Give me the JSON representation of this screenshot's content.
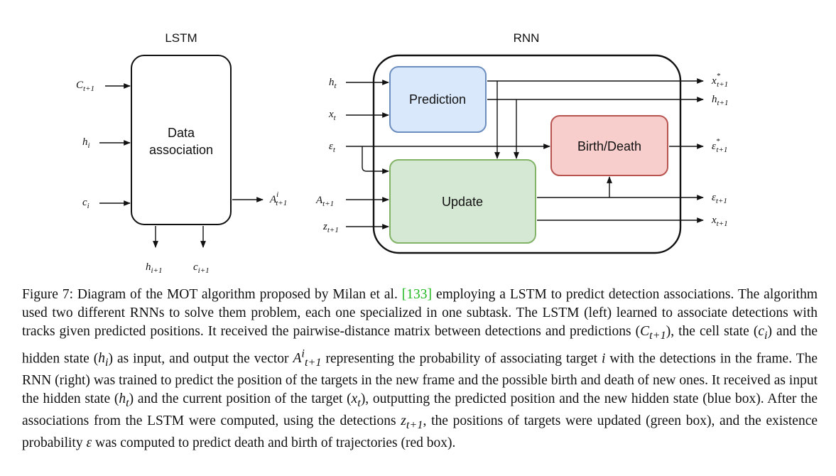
{
  "lstm": {
    "title": "LSTM",
    "box_label_line1": "Data",
    "box_label_line2": "association",
    "inputs": [
      {
        "base": "C",
        "sub": "t+1",
        "sup": ""
      },
      {
        "base": "h",
        "sub": "i",
        "sup": ""
      },
      {
        "base": "c",
        "sub": "i",
        "sup": ""
      }
    ],
    "output": {
      "base": "A",
      "sub": "t+1",
      "sup": "i"
    },
    "bottom_outputs": [
      {
        "base": "h",
        "sub": "i+1",
        "sup": ""
      },
      {
        "base": "c",
        "sub": "i+1",
        "sup": ""
      }
    ]
  },
  "rnn": {
    "title": "RNN",
    "prediction_label": "Prediction",
    "update_label": "Update",
    "birth_death_label": "Birth/Death",
    "inputs": [
      {
        "base": "h",
        "sub": "t",
        "sup": ""
      },
      {
        "base": "x",
        "sub": "t",
        "sup": ""
      },
      {
        "base": "ε",
        "sub": "t",
        "sup": ""
      },
      {
        "base": "A",
        "sub": "t+1",
        "sup": ""
      },
      {
        "base": "z",
        "sub": "t+1",
        "sup": ""
      }
    ],
    "outputs": [
      {
        "base": "x",
        "sub": "t+1",
        "sup": "*"
      },
      {
        "base": "h",
        "sub": "t+1",
        "sup": ""
      },
      {
        "base": "ε",
        "sub": "t+1",
        "sup": "*"
      },
      {
        "base": "ε",
        "sub": "t+1",
        "sup": ""
      },
      {
        "base": "x",
        "sub": "t+1",
        "sup": ""
      }
    ],
    "colors": {
      "prediction_fill": "#dae8fc",
      "prediction_stroke": "#6c8ebf",
      "update_fill": "#d5e8d4",
      "update_stroke": "#82b366",
      "birth_fill": "#f8cecc",
      "birth_stroke": "#b85450"
    }
  },
  "caption": {
    "figure_label": "Figure 7:",
    "part1": "Diagram of the MOT algorithm proposed by Milan et al.",
    "ref_number": "[133]",
    "part2": "employing a LSTM to predict detection associations. The algorithm used two different RNNs to solve them problem, each one specialized in one subtask. The LSTM (left) learned to associate detections with tracks given predicted positions. It received the pairwise-distance matrix between detections and predictions (",
    "sym_C": "C",
    "sym_C_sub": "t+1",
    "part3": "), the cell state (",
    "sym_c": "c",
    "sym_c_sub": "i",
    "part4": ") and the hidden state (",
    "sym_h": "h",
    "sym_h_sub": "i",
    "part5": ") as input, and output the vector",
    "sym_A": "A",
    "sym_A_sup": "i",
    "sym_A_sub": "t+1",
    "part6": "representing the probability of associating target",
    "sym_i": "i",
    "part7": "with the detections in the frame. The RNN (right) was trained to predict the position of the targets in the new frame and the possible birth and death of new ones. It received as input the hidden state (",
    "sym_ht": "h",
    "sym_ht_sub": "t",
    "part8": ") and the current position of the target (",
    "sym_xt": "x",
    "sym_xt_sub": "t",
    "part9": "), outputting the predicted position and the new hidden state (blue box). After the associations from the LSTM were computed, using the detections",
    "sym_z": "z",
    "sym_z_sub": "t+1",
    "part10": ", the positions of targets were updated (green box), and the existence probability",
    "sym_eps": "ε",
    "part11": "was computed to predict death and birth of trajectories (red box)."
  }
}
